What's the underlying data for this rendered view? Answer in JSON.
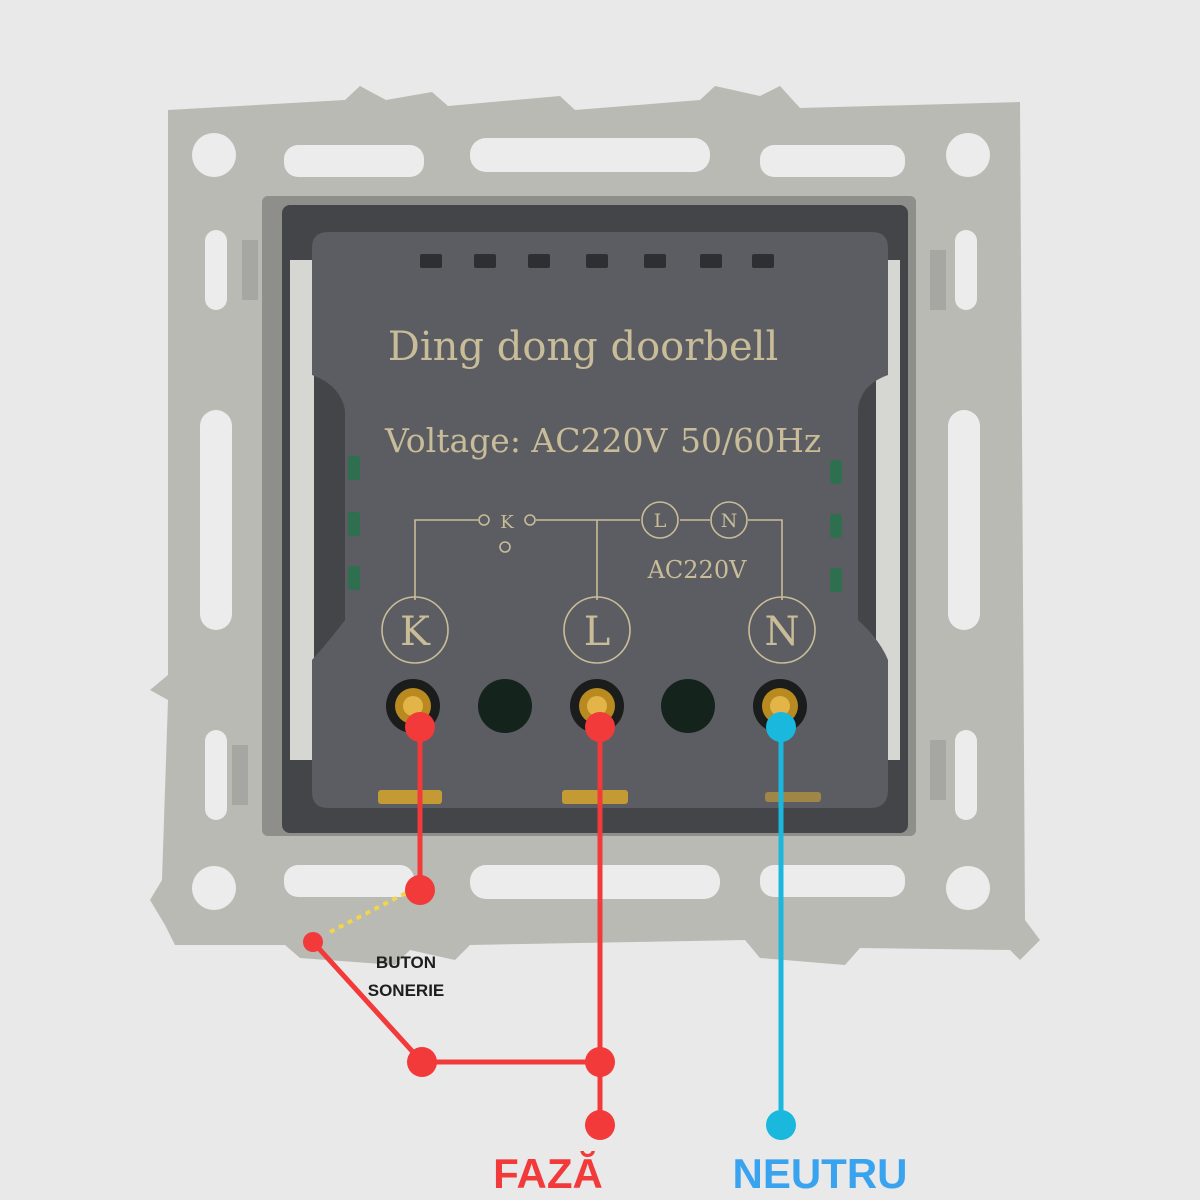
{
  "device": {
    "title": "Ding dong doorbell",
    "voltage_label": "Voltage: AC220V",
    "frequency": "50/60Hz",
    "schematic_supply": "AC220V",
    "schematic_L": "L",
    "schematic_N": "N",
    "schematic_K": "K",
    "terminals": [
      "K",
      "L",
      "N"
    ]
  },
  "labels": {
    "button_line1": "BUTON",
    "button_line2": "SONERIE",
    "phase": "FAZĂ",
    "neutral": "NEUTRU"
  },
  "colors": {
    "background": "#e9e9e9",
    "frame": "#b9bab3",
    "module": "#5b5d62",
    "phase_wire": "#f23a3a",
    "neutral_wire": "#1bb8dd",
    "neutral_text": "#3aa3f0",
    "button_link": "#f3d54b",
    "engraving": "#c9bc98"
  }
}
